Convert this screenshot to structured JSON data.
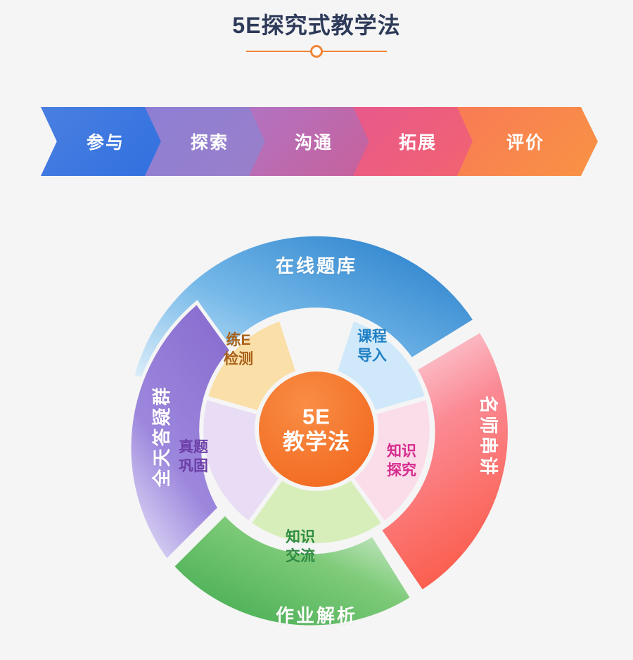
{
  "page": {
    "background_color": "#f5f5f5",
    "title": "5E探究式教学法",
    "title_color": "#2e3a59",
    "accent_color": "#f08437"
  },
  "process_steps": [
    {
      "label": "参与",
      "color": "#3f79e2"
    },
    {
      "label": "探索",
      "color": "#9077cd"
    },
    {
      "label": "沟通",
      "color": "#c264ab"
    },
    {
      "label": "拓展",
      "color": "#ef5e7f"
    },
    {
      "label": "评价",
      "color": "#f98a4c"
    }
  ],
  "wheel": {
    "center": {
      "line1": "5E",
      "line2": "教学法",
      "color": "#f3762c"
    },
    "inner_segments": [
      {
        "label_line1": "课程",
        "label_line2": "导入",
        "fill": "#cfe9fb",
        "text_color": "#1f7fc4"
      },
      {
        "label_line1": "知识",
        "label_line2": "探究",
        "fill": "#fbdce9",
        "text_color": "#d62b8e"
      },
      {
        "label_line1": "知识",
        "label_line2": "交流",
        "fill": "#d7eeba",
        "text_color": "#2e8b42"
      },
      {
        "label_line1": "真题",
        "label_line2": "巩固",
        "fill": "#e9dcf5",
        "text_color": "#6d3fa8"
      },
      {
        "label_line1": "练E",
        "label_line2": "检测",
        "fill": "#fbdfa8",
        "text_color": "#a8611b"
      }
    ],
    "outer_arcs": [
      {
        "label": "在线题库",
        "position": "top",
        "color": "#2f8fd8"
      },
      {
        "label": "名师串讲",
        "position": "right",
        "color": "#fb6a63"
      },
      {
        "label": "作业解析",
        "position": "bottom",
        "color": "#54b45a"
      },
      {
        "label": "全天答疑群",
        "position": "left",
        "color": "#8a6fd0"
      }
    ]
  }
}
